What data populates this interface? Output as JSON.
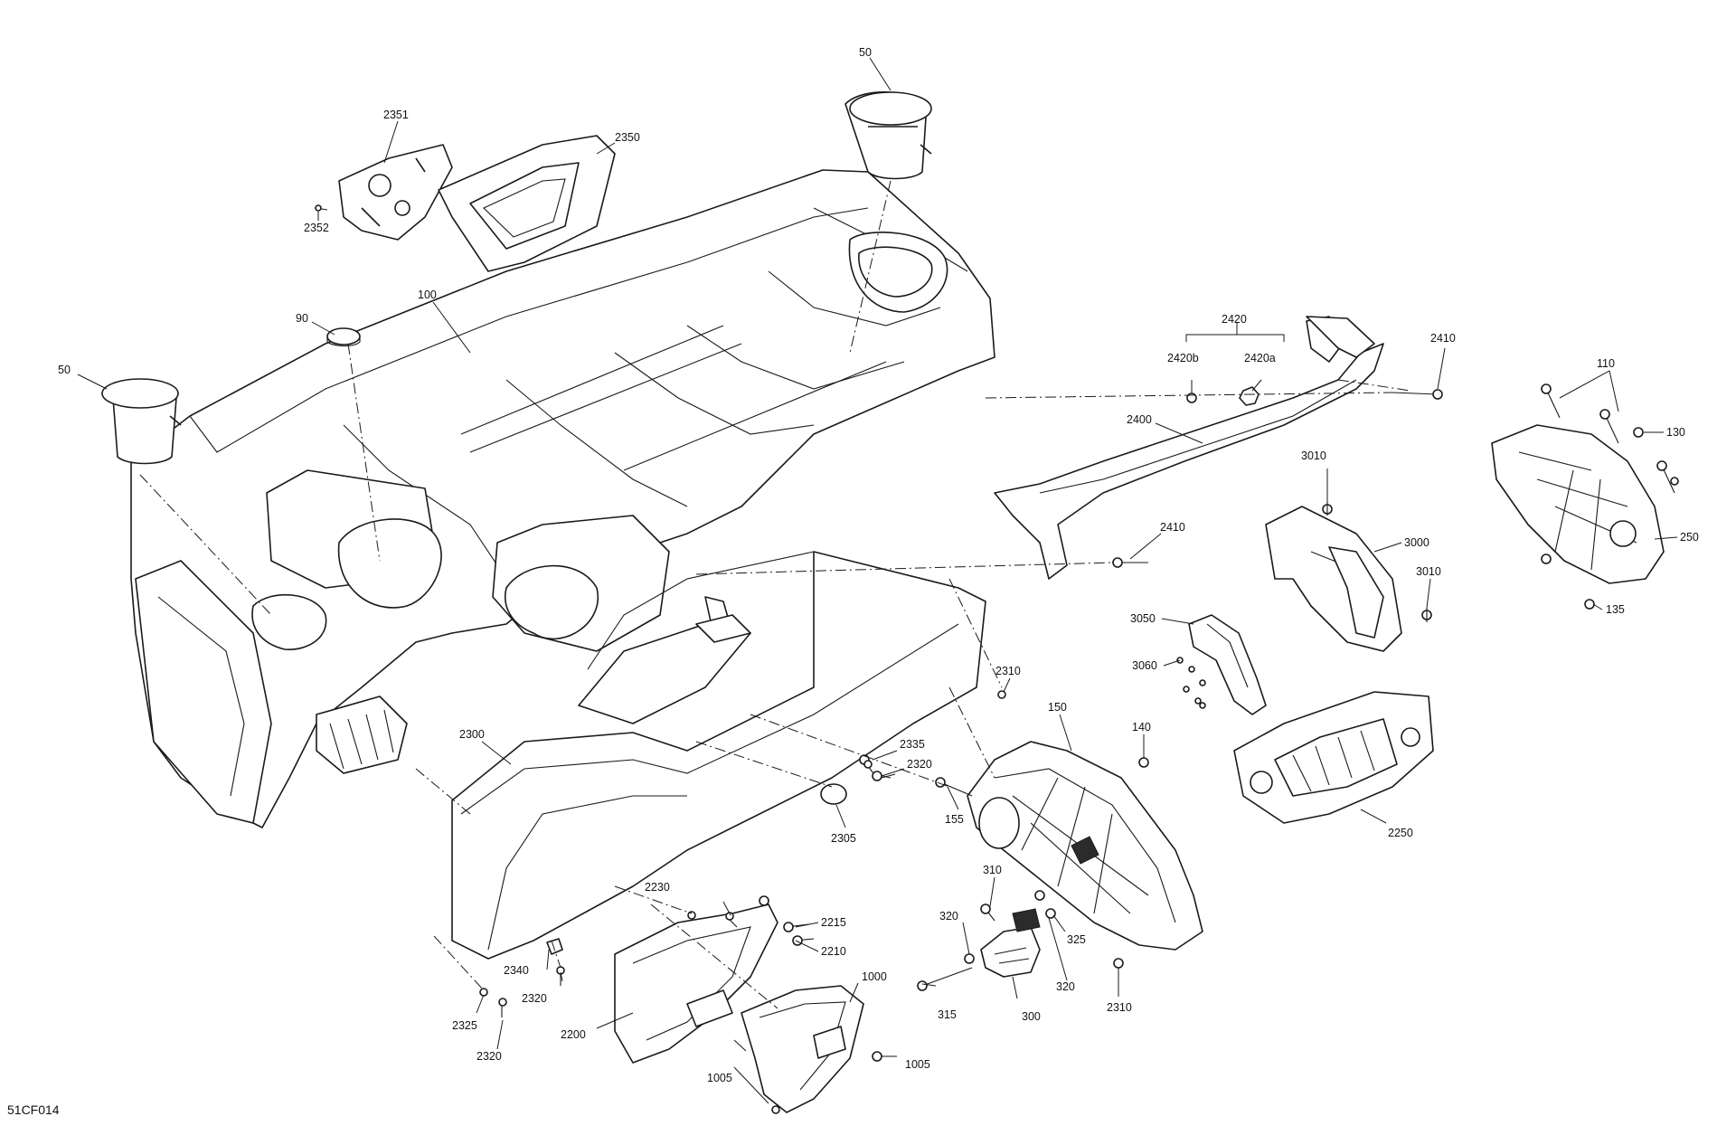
{
  "drawing_ref": "51CF014",
  "callouts": [
    {
      "id": "c50a",
      "text": "50"
    },
    {
      "id": "c2351",
      "text": "2351"
    },
    {
      "id": "c2350",
      "text": "2350"
    },
    {
      "id": "c2352",
      "text": "2352"
    },
    {
      "id": "c90",
      "text": "90"
    },
    {
      "id": "c100",
      "text": "100"
    },
    {
      "id": "c50b",
      "text": "50"
    },
    {
      "id": "c2420",
      "text": "2420"
    },
    {
      "id": "c2420b",
      "text": "2420b"
    },
    {
      "id": "c2420a",
      "text": "2420a"
    },
    {
      "id": "c2410a",
      "text": "2410"
    },
    {
      "id": "c2400",
      "text": "2400"
    },
    {
      "id": "c3010a",
      "text": "3010"
    },
    {
      "id": "c110",
      "text": "110"
    },
    {
      "id": "c130",
      "text": "130"
    },
    {
      "id": "c250",
      "text": "250"
    },
    {
      "id": "c135",
      "text": "135"
    },
    {
      "id": "c2410b",
      "text": "2410"
    },
    {
      "id": "c3000",
      "text": "3000"
    },
    {
      "id": "c3010b",
      "text": "3010"
    },
    {
      "id": "c3050",
      "text": "3050"
    },
    {
      "id": "c3060",
      "text": "3060"
    },
    {
      "id": "c2310a",
      "text": "2310"
    },
    {
      "id": "c150",
      "text": "150"
    },
    {
      "id": "c140",
      "text": "140"
    },
    {
      "id": "c2300",
      "text": "2300"
    },
    {
      "id": "c2335",
      "text": "2335"
    },
    {
      "id": "c2320a",
      "text": "2320"
    },
    {
      "id": "c155",
      "text": "155"
    },
    {
      "id": "c2305",
      "text": "2305"
    },
    {
      "id": "c2250",
      "text": "2250"
    },
    {
      "id": "c310",
      "text": "310"
    },
    {
      "id": "c2230",
      "text": "2230"
    },
    {
      "id": "c2215",
      "text": "2215"
    },
    {
      "id": "c2210",
      "text": "2210"
    },
    {
      "id": "c320a",
      "text": "320"
    },
    {
      "id": "c325",
      "text": "325"
    },
    {
      "id": "c2340",
      "text": "2340"
    },
    {
      "id": "c320b",
      "text": "320"
    },
    {
      "id": "c2320b",
      "text": "2320"
    },
    {
      "id": "c1000",
      "text": "1000"
    },
    {
      "id": "c315",
      "text": "315"
    },
    {
      "id": "c300",
      "text": "300"
    },
    {
      "id": "c2310b",
      "text": "2310"
    },
    {
      "id": "c2325",
      "text": "2325"
    },
    {
      "id": "c2200",
      "text": "2200"
    },
    {
      "id": "c2320c",
      "text": "2320"
    },
    {
      "id": "c1005a",
      "text": "1005"
    },
    {
      "id": "c1005b",
      "text": "1005"
    }
  ]
}
